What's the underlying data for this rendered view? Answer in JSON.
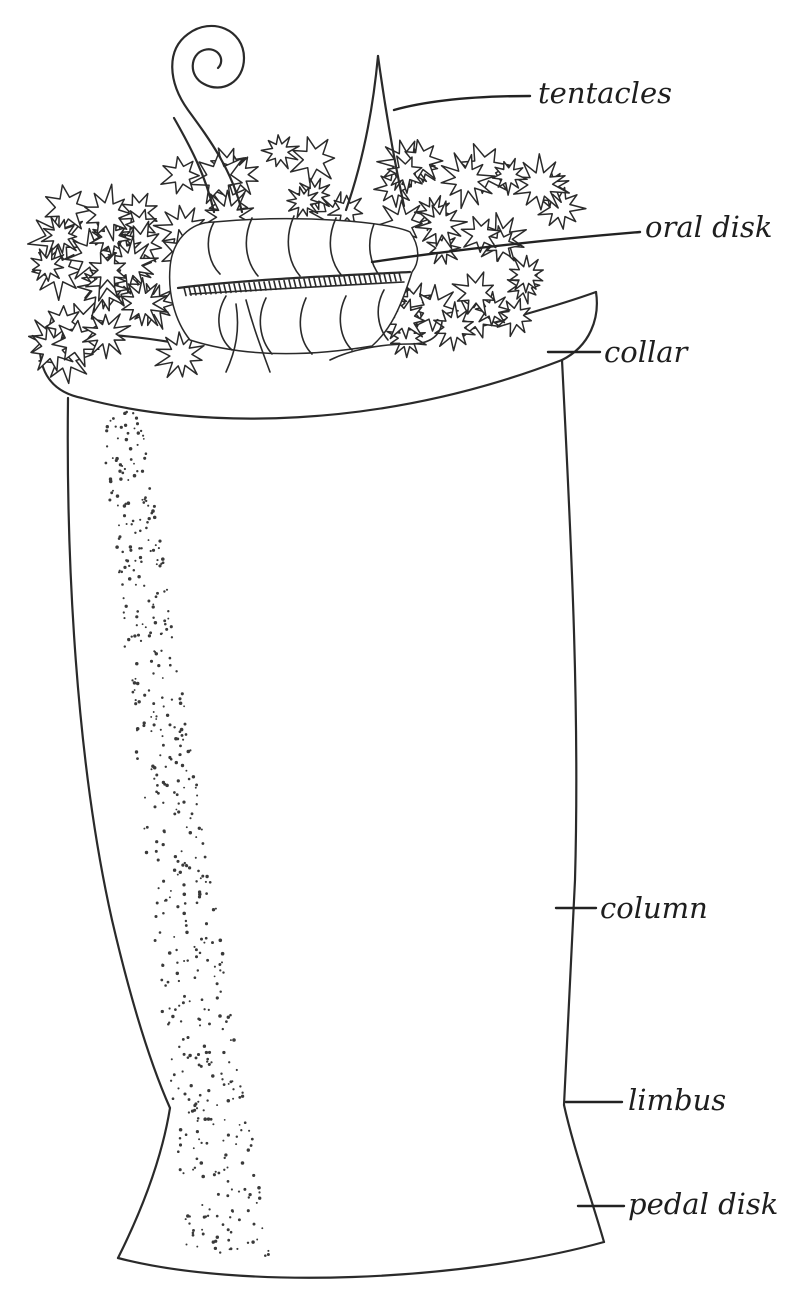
{
  "labels": {
    "tentacles": "tentacles",
    "oral_disk": "oral disk",
    "collar": "collar",
    "column": "column",
    "limbus": "limbus",
    "pedal_disk": "pedal disk"
  },
  "colors": {
    "ink": "#2a2a2a",
    "paper": "#ffffff"
  }
}
